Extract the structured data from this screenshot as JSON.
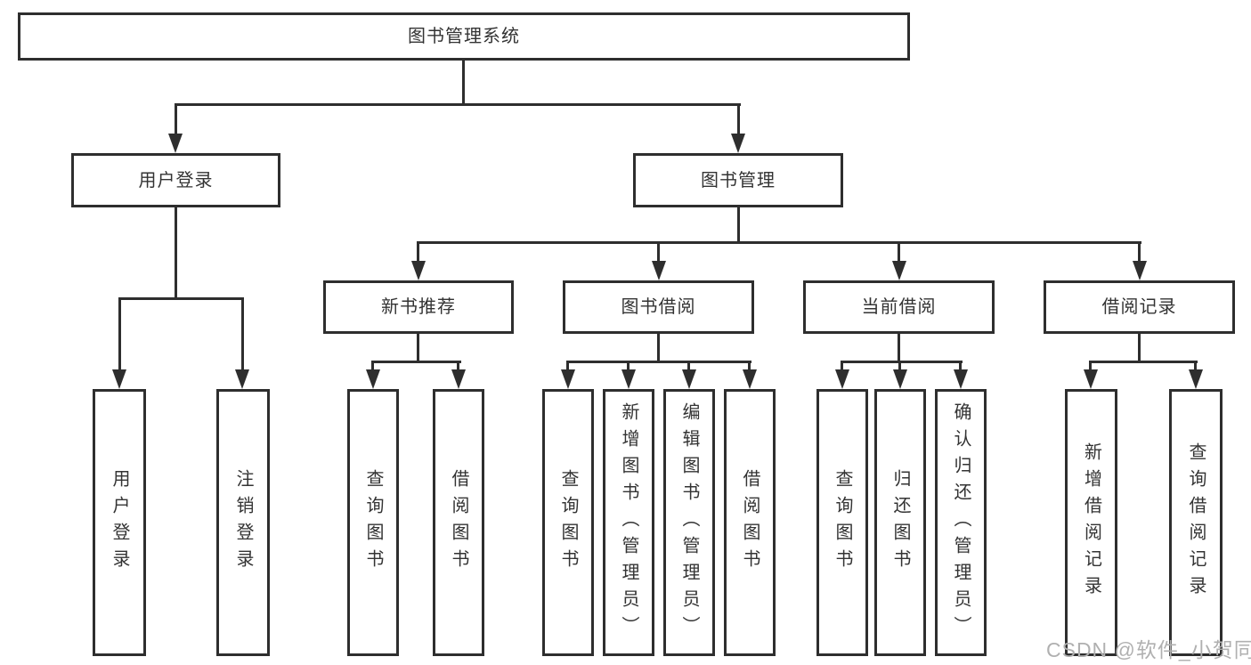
{
  "tree": {
    "root": {
      "label": "图书管理系统"
    },
    "login_branch": {
      "label": "用户登录",
      "children": [
        {
          "label": "用户登录"
        },
        {
          "label": "注销登录"
        }
      ]
    },
    "mgmt_branch": {
      "label": "图书管理",
      "groups": [
        {
          "label": "新书推荐",
          "children": [
            {
              "label": "查询图书"
            },
            {
              "label": "借阅图书"
            }
          ]
        },
        {
          "label": "图书借阅",
          "children": [
            {
              "label": "查询图书"
            },
            {
              "label": "新增图书（管理员）"
            },
            {
              "label": "编辑图书（管理员）"
            },
            {
              "label": "借阅图书"
            }
          ]
        },
        {
          "label": "当前借阅",
          "children": [
            {
              "label": "查询图书"
            },
            {
              "label": "归还图书"
            },
            {
              "label": "确认归还（管理员）"
            }
          ]
        },
        {
          "label": "借阅记录",
          "children": [
            {
              "label": "新增借阅记录"
            },
            {
              "label": "查询借阅记录"
            }
          ]
        }
      ]
    }
  },
  "watermark": {
    "text": "CSDN @软件_小贺同学"
  },
  "colors": {
    "line": "#2e2e2e",
    "text": "#333333",
    "watermark": "#b0b0b0",
    "background": "#ffffff"
  }
}
